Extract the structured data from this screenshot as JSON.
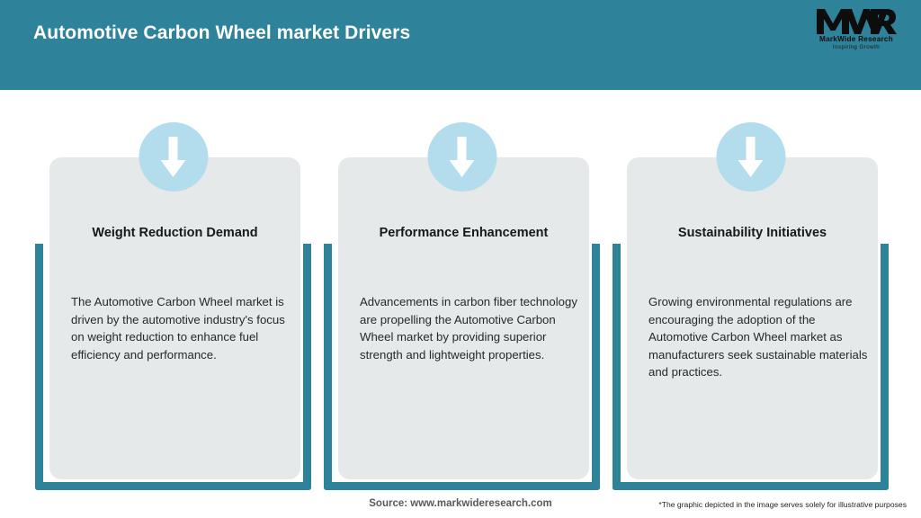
{
  "header": {
    "title": "Automotive Carbon Wheel market Drivers",
    "band_color": "#2e8299",
    "title_color": "#ffffff"
  },
  "logo": {
    "mark": "MWR",
    "name": "MarkWide Research",
    "tagline": "Inspiring Growth"
  },
  "theme": {
    "accent_teal": "#2e8299",
    "panel_grey": "#e6e9ea",
    "icon_circle_blue": "#b3dcec",
    "arrow_white": "#ffffff",
    "heading_color": "#16181a",
    "body_color": "#26292b"
  },
  "cards": [
    {
      "icon": "arrow-down-icon",
      "heading": "Weight Reduction Demand",
      "body": "The Automotive Carbon Wheel market is driven by the automotive industry's focus on weight reduction to enhance fuel efficiency and performance."
    },
    {
      "icon": "arrow-down-icon",
      "heading": "Performance Enhancement",
      "body": "Advancements in carbon fiber technology are propelling the Automotive Carbon Wheel market by providing superior strength and lightweight properties."
    },
    {
      "icon": "arrow-down-icon",
      "heading": "Sustainability Initiatives",
      "body": "Growing environmental regulations are encouraging the adoption of the Automotive Carbon Wheel market as manufacturers seek sustainable materials and practices."
    }
  ],
  "footer": {
    "source": "Source: www.markwideresearch.com",
    "disclaimer": "*The graphic depicted in the image serves solely for illustrative purposes"
  }
}
